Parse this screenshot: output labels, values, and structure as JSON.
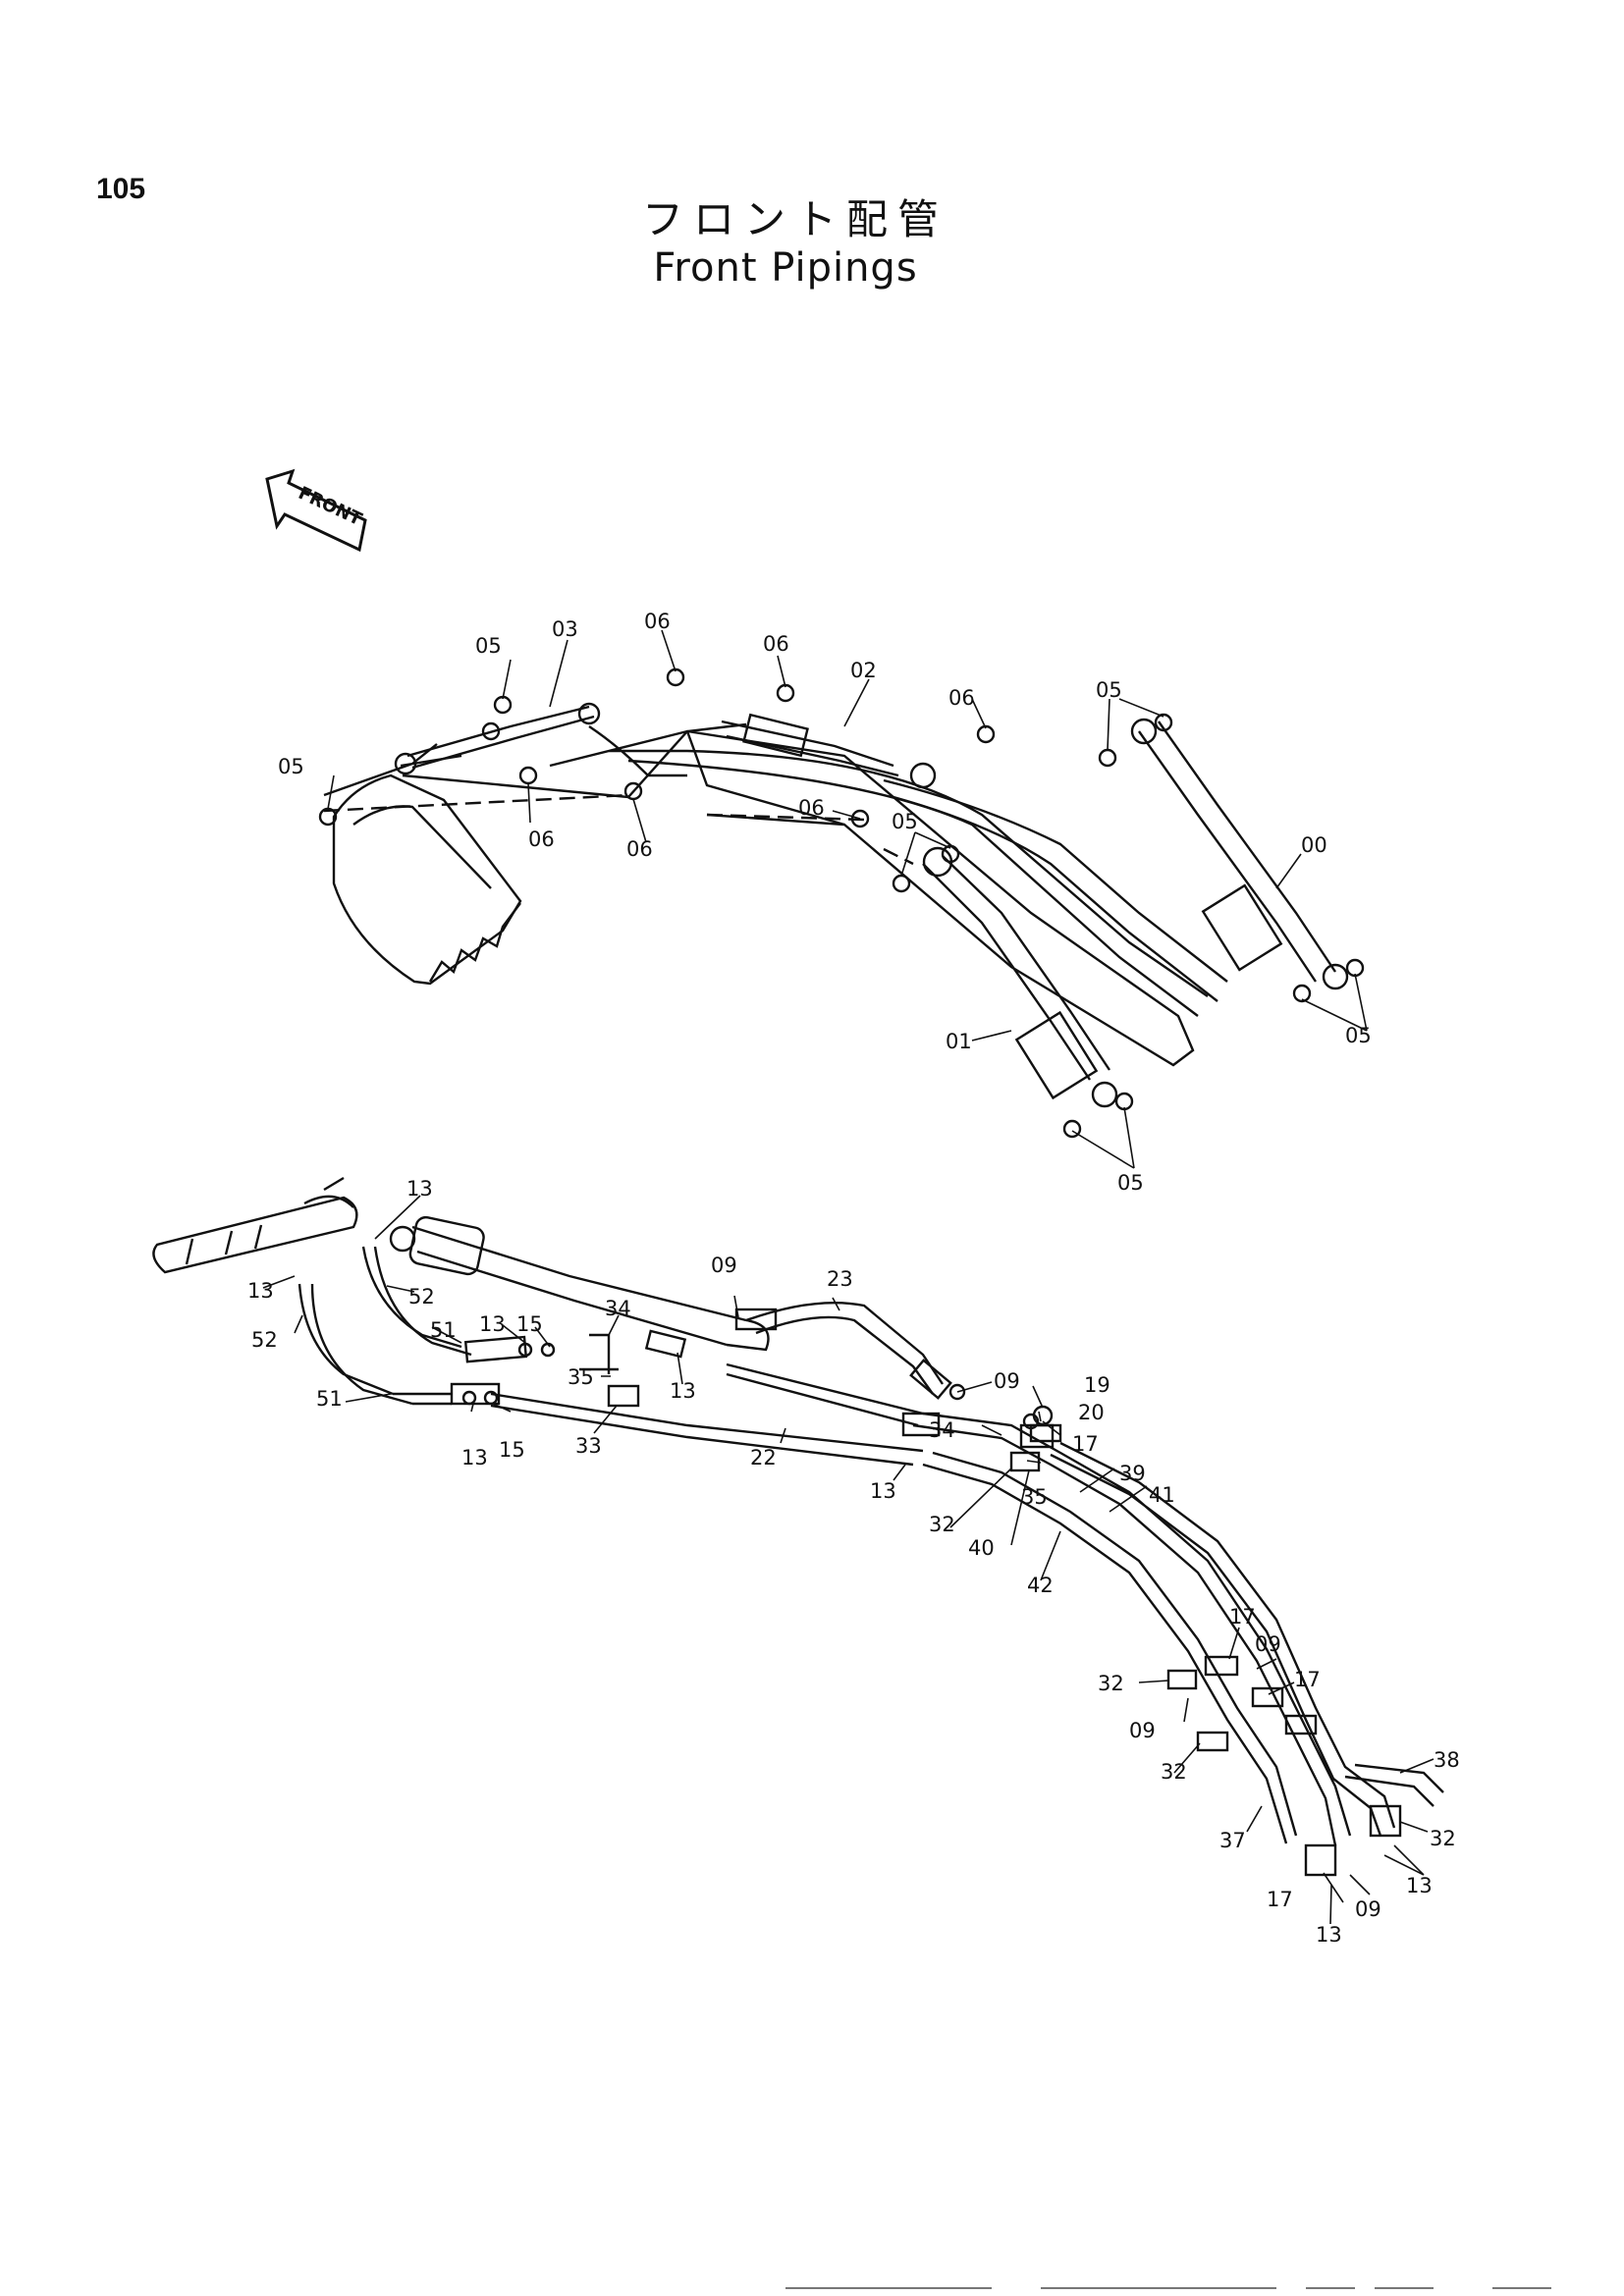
{
  "page_number": "105",
  "title_jp": "フロント配管",
  "title_en": "Front Pipings",
  "front_arrow_label": "FRONT",
  "colors": {
    "ink": "#111111",
    "paper": "#ffffff",
    "footer": "#777777"
  },
  "upper_assembly": {
    "callouts": [
      "05",
      "03",
      "06",
      "06",
      "02",
      "06",
      "05",
      "05",
      "06",
      "06",
      "06",
      "05",
      "00",
      "01",
      "05",
      "05"
    ]
  },
  "lower_assembly": {
    "callouts": [
      "13",
      "13",
      "52",
      "52",
      "51",
      "51",
      "13",
      "15",
      "13",
      "15",
      "34",
      "35",
      "33",
      "09",
      "23",
      "13",
      "22",
      "09",
      "19",
      "20",
      "34",
      "17",
      "13",
      "39",
      "35",
      "41",
      "32",
      "40",
      "42",
      "17",
      "09",
      "32",
      "17",
      "09",
      "32",
      "38",
      "37",
      "32",
      "13",
      "17",
      "13",
      "09"
    ]
  }
}
